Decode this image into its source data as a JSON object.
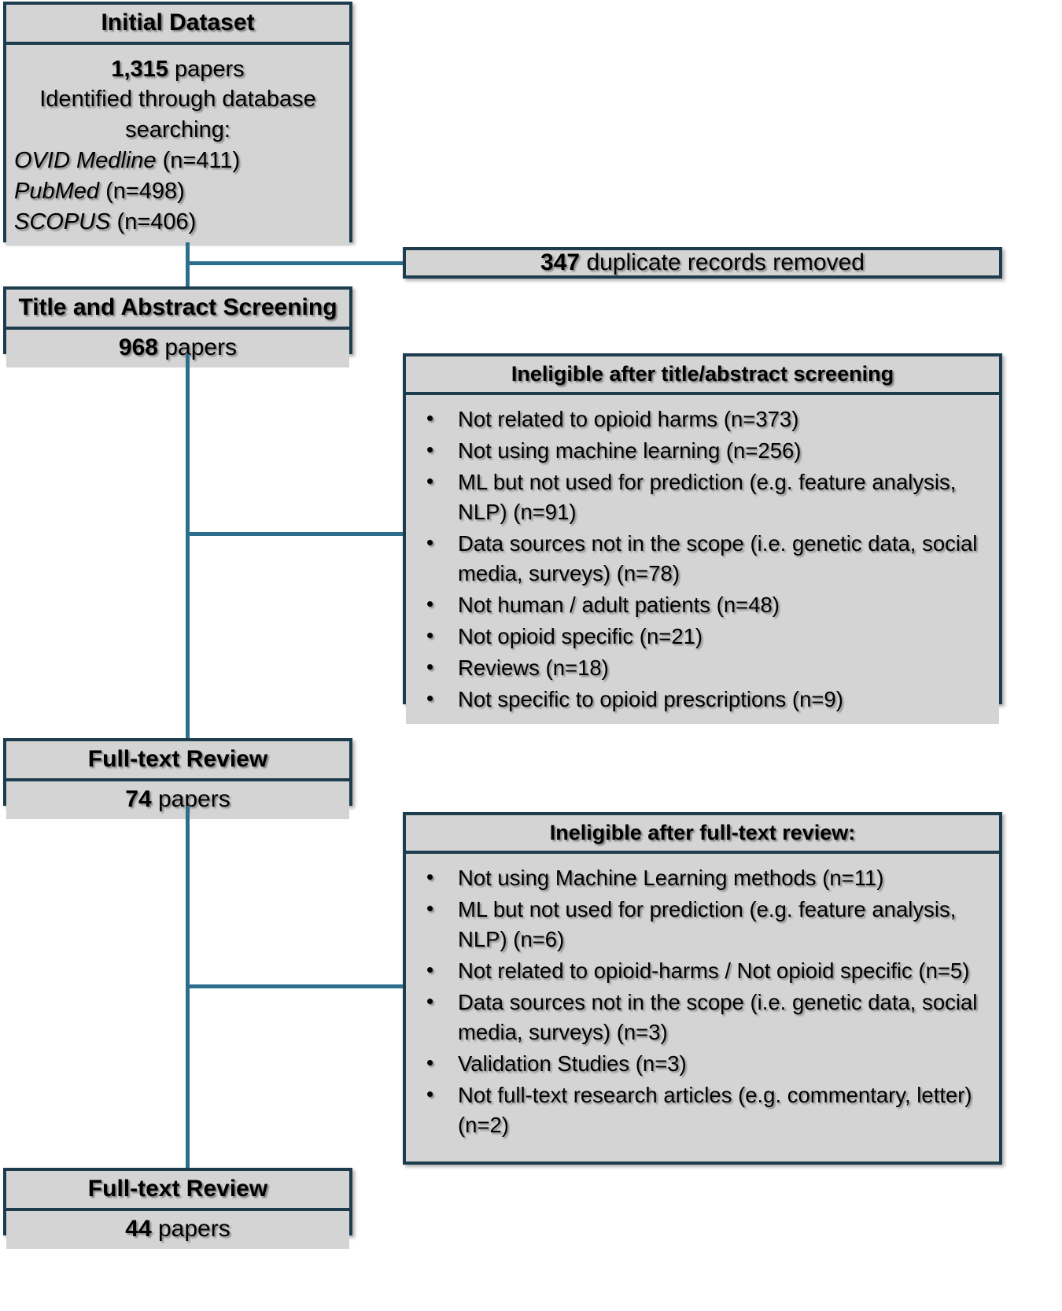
{
  "diagram": {
    "type": "prisma-flow",
    "accent_color": "#2d6e8e",
    "box_border_color": "#1d3c4d",
    "box_fill_color": "#d4d4d4"
  },
  "initial_dataset": {
    "header": "Initial Dataset",
    "count": "1,315",
    "count_unit": "papers",
    "subtitle_line1": "Identified through database",
    "subtitle_line2": "searching:",
    "sources": [
      {
        "name": "OVID Medline",
        "n": "(n=411)"
      },
      {
        "name": "PubMed",
        "n": "(n=498)"
      },
      {
        "name": "SCOPUS",
        "n": "(n=406)"
      }
    ]
  },
  "duplicates": {
    "count": "347",
    "label": "duplicate records removed"
  },
  "title_abstract": {
    "header": "Title and Abstract Screening",
    "count": "968",
    "count_unit": "papers"
  },
  "ineligible_title_abstract": {
    "header": "Ineligible after title/abstract screening",
    "bullet_glyph": "•",
    "reasons": [
      "Not related to opioid harms (n=373)",
      "Not using machine learning (n=256)",
      "ML but not used for prediction (e.g. feature analysis, NLP) (n=91)",
      "Data sources not in the scope (i.e. genetic data, social media, surveys) (n=78)",
      "Not human / adult patients (n=48)",
      "Not opioid specific (n=21)",
      "Reviews (n=18)",
      "Not specific to opioid prescriptions (n=9)"
    ]
  },
  "fulltext_review": {
    "header": "Full-text Review",
    "count": "74",
    "count_unit": "papers"
  },
  "ineligible_fulltext": {
    "header": "Ineligible after full-text review:",
    "bullet_glyph": "•",
    "reasons": [
      "Not using Machine Learning methods (n=11)",
      "ML but not used for prediction (e.g. feature analysis, NLP) (n=6)",
      "Not related to opioid-harms / Not opioid specific (n=5)",
      "Data sources not in the scope (i.e. genetic data, social media, surveys) (n=3)",
      "Validation Studies (n=3)",
      "Not full-text research articles (e.g. commentary, letter) (n=2)"
    ]
  },
  "fulltext_final": {
    "header": "Full-text Review",
    "count": "44",
    "count_unit": "papers"
  }
}
